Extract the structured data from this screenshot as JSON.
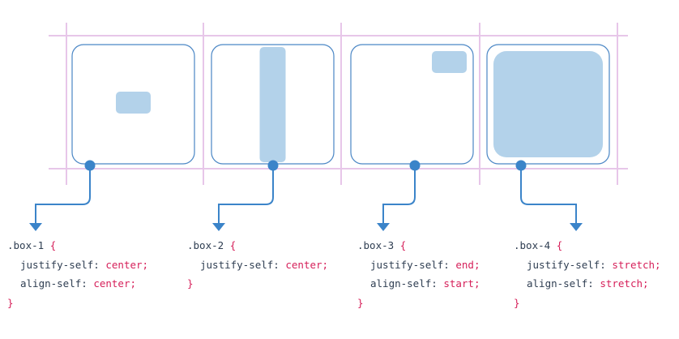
{
  "colors": {
    "grid_line": "#e7c6e9",
    "box_border": "#4a86c5",
    "item_fill": "#b3d2ea",
    "connector": "#3b84c9",
    "selector_text": "#2f3e52",
    "value_text": "#d6205a"
  },
  "examples": [
    {
      "selector": ".box-1",
      "justify": "center",
      "align": "center",
      "declarations": [
        {
          "property": "justify-self:",
          "value": "center;"
        },
        {
          "property": "align-self:",
          "value": "center;"
        }
      ]
    },
    {
      "selector": ".box-2",
      "justify": "center",
      "align": "stretch",
      "declarations": [
        {
          "property": "justify-self:",
          "value": "center;"
        }
      ]
    },
    {
      "selector": ".box-3",
      "justify": "end",
      "align": "start",
      "declarations": [
        {
          "property": "justify-self:",
          "value": "end;"
        },
        {
          "property": "align-self:",
          "value": "start;"
        }
      ]
    },
    {
      "selector": ".box-4",
      "justify": "stretch",
      "align": "stretch",
      "declarations": [
        {
          "property": "justify-self:",
          "value": "stretch;"
        },
        {
          "property": "align-self:",
          "value": "stretch;"
        }
      ]
    }
  ],
  "brace_open": "{",
  "brace_close": "}"
}
